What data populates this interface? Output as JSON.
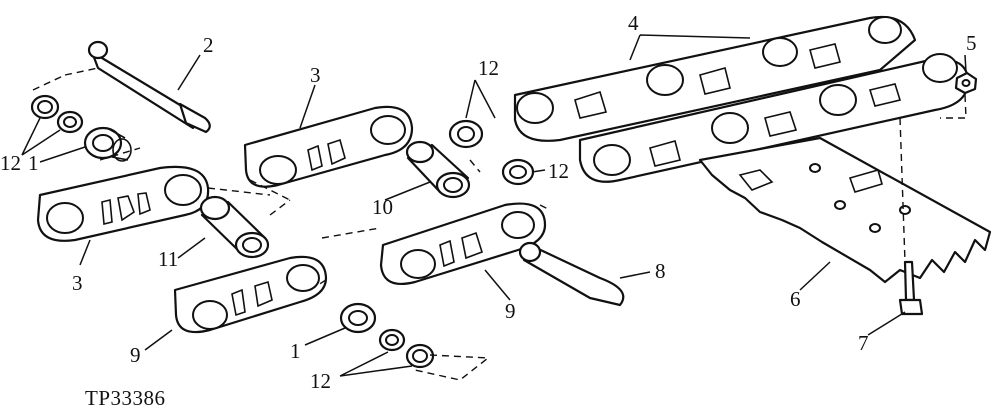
{
  "figure_code": "TP33386",
  "callouts": {
    "c1a": "1",
    "c1b": "1",
    "c2": "2",
    "c3a": "3",
    "c3b": "3",
    "c4": "4",
    "c5": "5",
    "c6": "6",
    "c7": "7",
    "c8": "8",
    "c9a": "9",
    "c9b": "9",
    "c10": "10",
    "c11": "11",
    "c12a": "12",
    "c12b": "12",
    "c12c": "12",
    "c12d": "12"
  }
}
